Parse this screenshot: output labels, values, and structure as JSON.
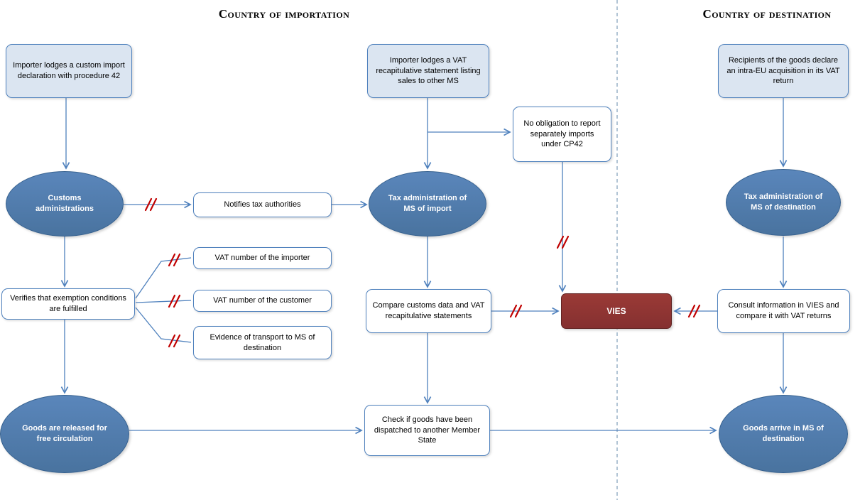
{
  "headers": {
    "importation": "Country of importation",
    "destination": "Country of destination"
  },
  "nodes": {
    "importer_declaration": "Importer lodges a custom import declaration with procedure 42",
    "importer_vat_statement": "Importer lodges a VAT recapitulative statement listing sales to other MS",
    "recipients_declare": "Recipients of the goods declare an intra-EU acquisition in its VAT return",
    "no_obligation": "No obligation to report separately imports under CP42",
    "customs_administrations": "Customs administrations",
    "notifies_tax_authorities": "Notifies tax authorities",
    "tax_admin_import": "Tax administration of MS of import",
    "tax_admin_destination": "Tax administration of MS of destination",
    "verifies_exemption": "Verifies that exemption conditions are fulfilled",
    "vat_number_importer": "VAT number of the importer",
    "vat_number_customer": "VAT number of the customer",
    "evidence_transport": "Evidence of transport to MS of destination",
    "compare_customs_data": "Compare customs data and VAT recapitulative statements",
    "vies": "VIES",
    "consult_vies": "Consult information in VIES and compare it with VAT returns",
    "goods_released": "Goods are released for free circulation",
    "check_dispatched": "Check if goods have been dispatched to another Member State",
    "goods_arrive": "Goods arrive in MS of destination"
  },
  "colors": {
    "accent_blue": "#4f81bd",
    "node_fill_blue": "#dbe5f1",
    "ellipse_fill": "#4e7db5",
    "vies_red": "#903634",
    "break_mark_red": "#c00000"
  }
}
